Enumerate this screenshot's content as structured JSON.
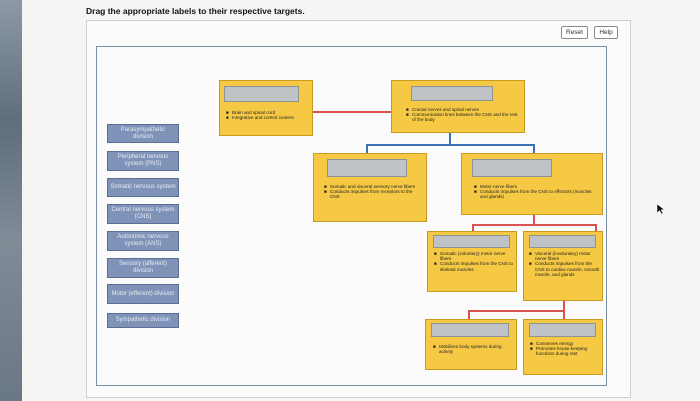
{
  "instruction": "Drag the appropriate labels to their respective targets.",
  "buttons": {
    "reset": "Reset",
    "help": "Help"
  },
  "labels": [
    "Parasympathetic division",
    "Peripheral nervous system (PNS)",
    "Somatic nervous system",
    "Central nervous system (CNS)",
    "Autonomic nervous system (ANS)",
    "Sensory (afferent) division",
    "Motor (efferent) division",
    "Sympathetic division"
  ],
  "boxes": {
    "cns": {
      "bullets": [
        "Brain and spinal cord",
        "Integrative and control centers"
      ]
    },
    "pns": {
      "bullets": [
        "Cranial nerves and spinal nerves",
        "Communication lines between the CNS and the rest of the body"
      ]
    },
    "sensory": {
      "bullets": [
        "Somatic and visceral sensory nerve fibers",
        "Conducts impulses from receptors to the CNS"
      ]
    },
    "motor": {
      "bullets": [
        "Motor nerve fibers",
        "Conducts impulses from the CNS to effectors (muscles and glands)"
      ]
    },
    "somatic": {
      "bullets": [
        "Somatic (voluntary) motor nerve fibers",
        "Conducts impulses from the CNS to skeletal muscles"
      ]
    },
    "autonomic": {
      "bullets": [
        "Visceral (involuntary) motor nerve fibers",
        "Conducts impulses from the CNS to cardiac muscle, smooth muscle, and glands"
      ]
    },
    "sympathetic": {
      "bullets": [
        "Mobilizes body systems during activity"
      ]
    },
    "parasympathetic": {
      "bullets": [
        "Conserves energy",
        "Promotes house-keeping functions during rest"
      ]
    }
  },
  "colors": {
    "box": "#f6c944",
    "chip": "#7f93b8",
    "line_red": "#d9534f",
    "line_blue": "#3b6fb6"
  }
}
